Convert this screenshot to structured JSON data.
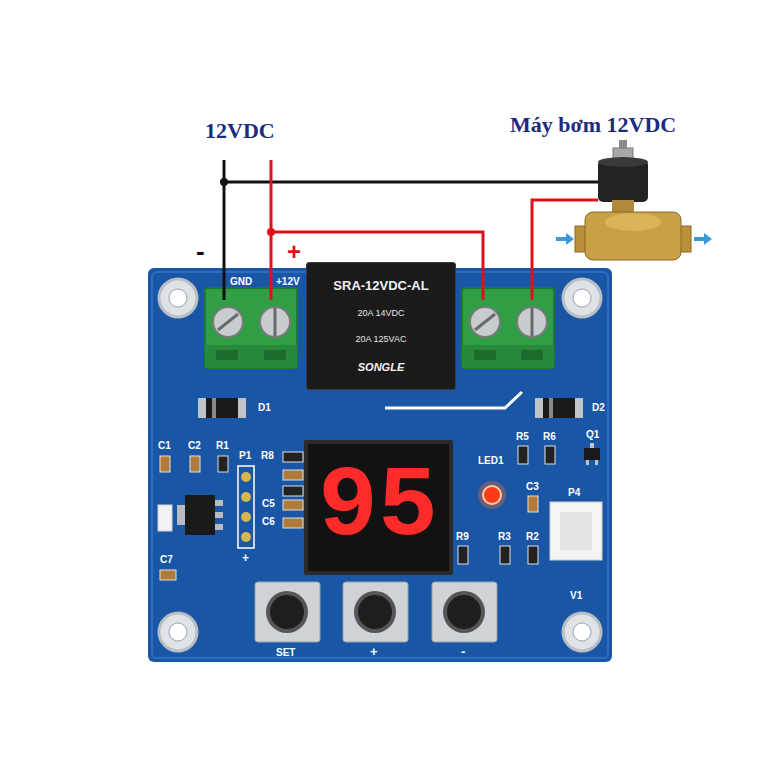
{
  "diagram": {
    "nodes": [
      {
        "text": [
          "SRA-12VDC-AL",
          "20A 14VDC",
          "20A 125VAC",
          "SONGLE"
        ]
      },
      {
        "text": [
          "95"
        ]
      }
    ],
    "labels": [
      "12VDC",
      "Máy bơm 12VDC",
      "-",
      "+",
      "GND",
      "+12V",
      "D1",
      "D2",
      "C1",
      "C2",
      "R1",
      "P1",
      "R8",
      "C5",
      "C6",
      "+",
      "LED1",
      "R5",
      "R6",
      "Q1",
      "C3",
      "R9",
      "R3",
      "R2",
      "P4",
      "C7",
      "V1",
      "SET",
      "+",
      "-"
    ]
  }
}
